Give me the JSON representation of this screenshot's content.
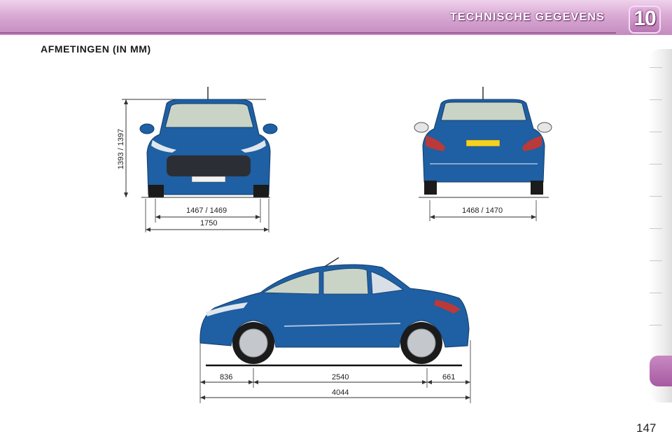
{
  "header": {
    "title": "TECHNISCHE GEGEVENS",
    "chapter_number": "10"
  },
  "section": {
    "title": "AFMETINGEN (IN MM)"
  },
  "front_view": {
    "height_label": "1393 / 1397",
    "track_label": "1467 / 1469",
    "width_label": "1750"
  },
  "rear_view": {
    "track_label": "1468 / 1470"
  },
  "side_view": {
    "front_overhang_label": "836",
    "wheelbase_label": "2540",
    "rear_overhang_label": "661",
    "length_label": "4044"
  },
  "footer": {
    "page_number": "147"
  },
  "colors": {
    "accent": "#c48cbf",
    "car_body": "#1f5fa3"
  }
}
